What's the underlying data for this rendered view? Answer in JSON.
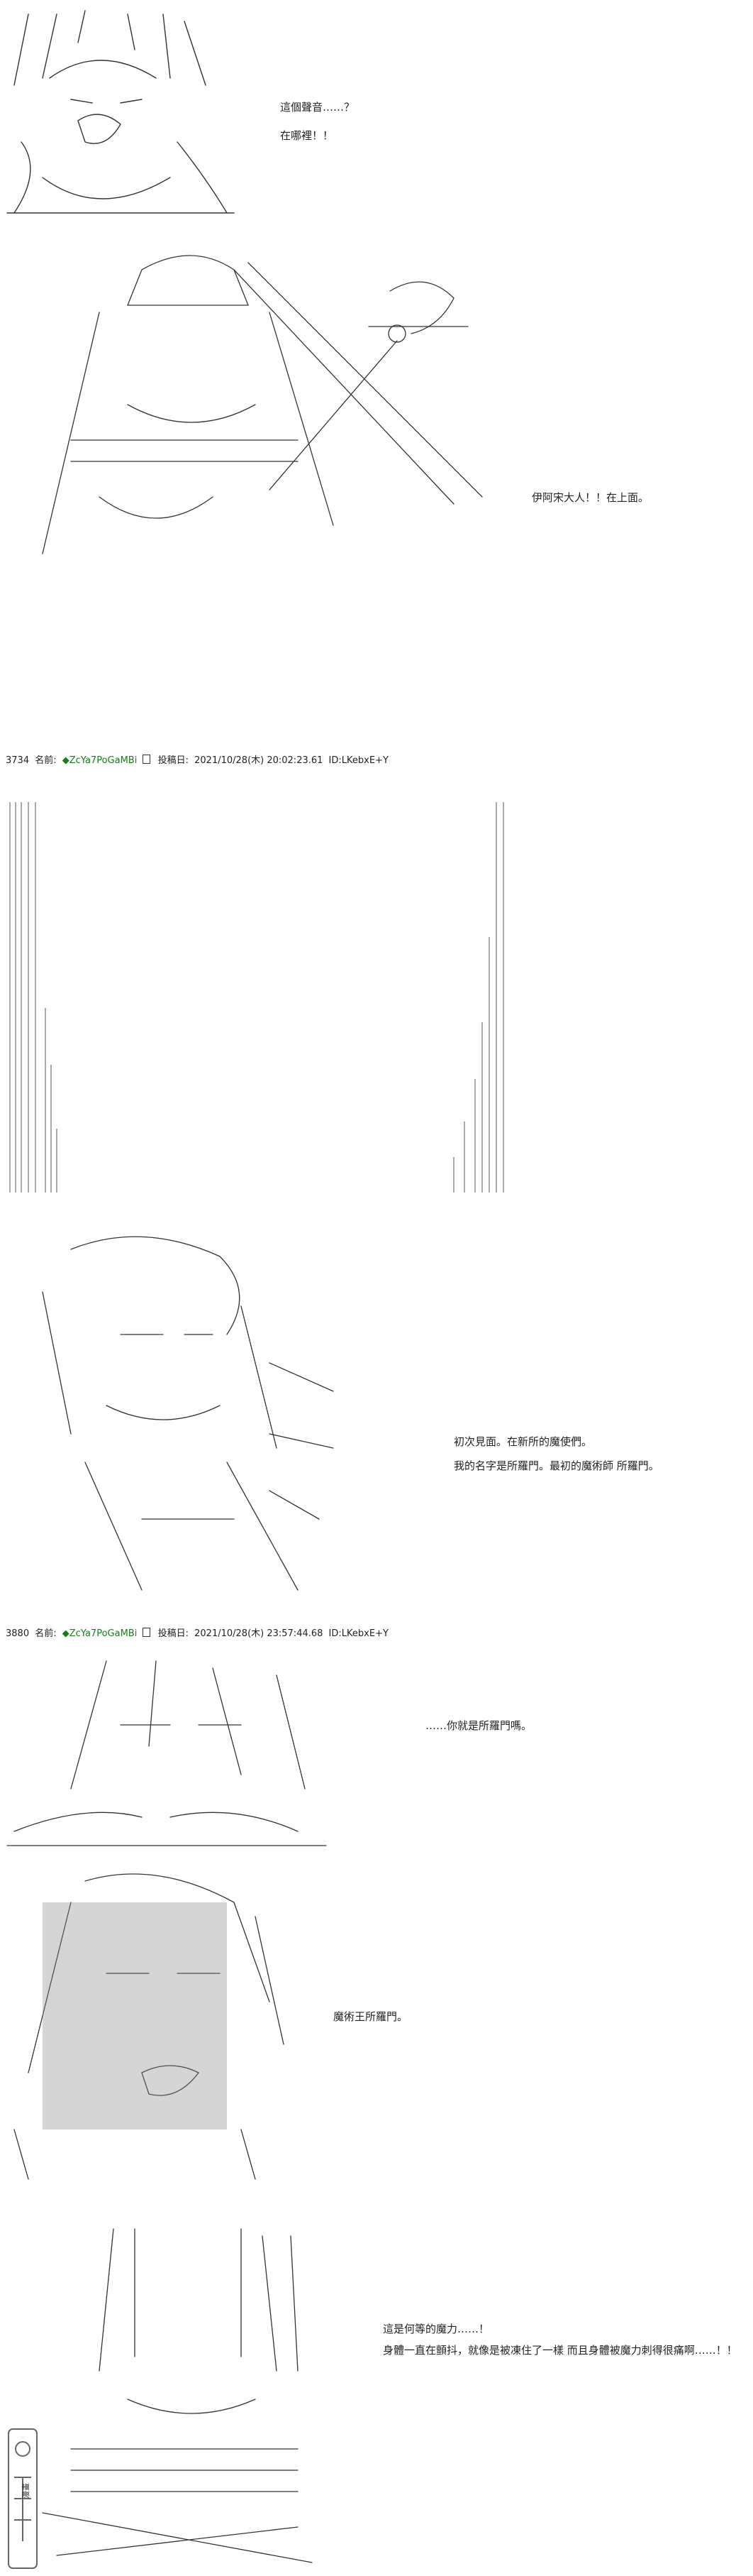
{
  "panel1": {
    "lines": [
      "這個聲音……？",
      "在哪裡！！"
    ]
  },
  "panel2": {
    "lines": [
      "伊阿宋大人！！在上面。"
    ]
  },
  "post1": {
    "number": "3734",
    "name_label": "名前:",
    "trip": "◆ZcYa7PoGaMBi",
    "posted_label": "投稿日:",
    "datetime": "2021/10/28(木) 20:02:23.61",
    "id": "ID:LKebxE+Y"
  },
  "panel4": {
    "lines": [
      "初次見面。在新所的魔使們。",
      "我的名字是所羅門。最初的魔術師 所羅門。"
    ]
  },
  "post2": {
    "number": "3880",
    "name_label": "名前:",
    "trip": "◆ZcYa7PoGaMBi",
    "posted_label": "投稿日:",
    "datetime": "2021/10/28(木) 23:57:44.68",
    "id": "ID:LKebxE+Y"
  },
  "panel5": {
    "lines": [
      "……你就是所羅門嗎。"
    ]
  },
  "panel6": {
    "lines": [
      "魔術王所羅門。"
    ]
  },
  "panel7": {
    "lines": [
      "這是何等的魔力……！",
      "身體一直在顫抖，就像是被凍住了一樣 而且身體被魔力刺得很痛啊……！！"
    ]
  },
  "watermark": {
    "text": "漫畫"
  }
}
